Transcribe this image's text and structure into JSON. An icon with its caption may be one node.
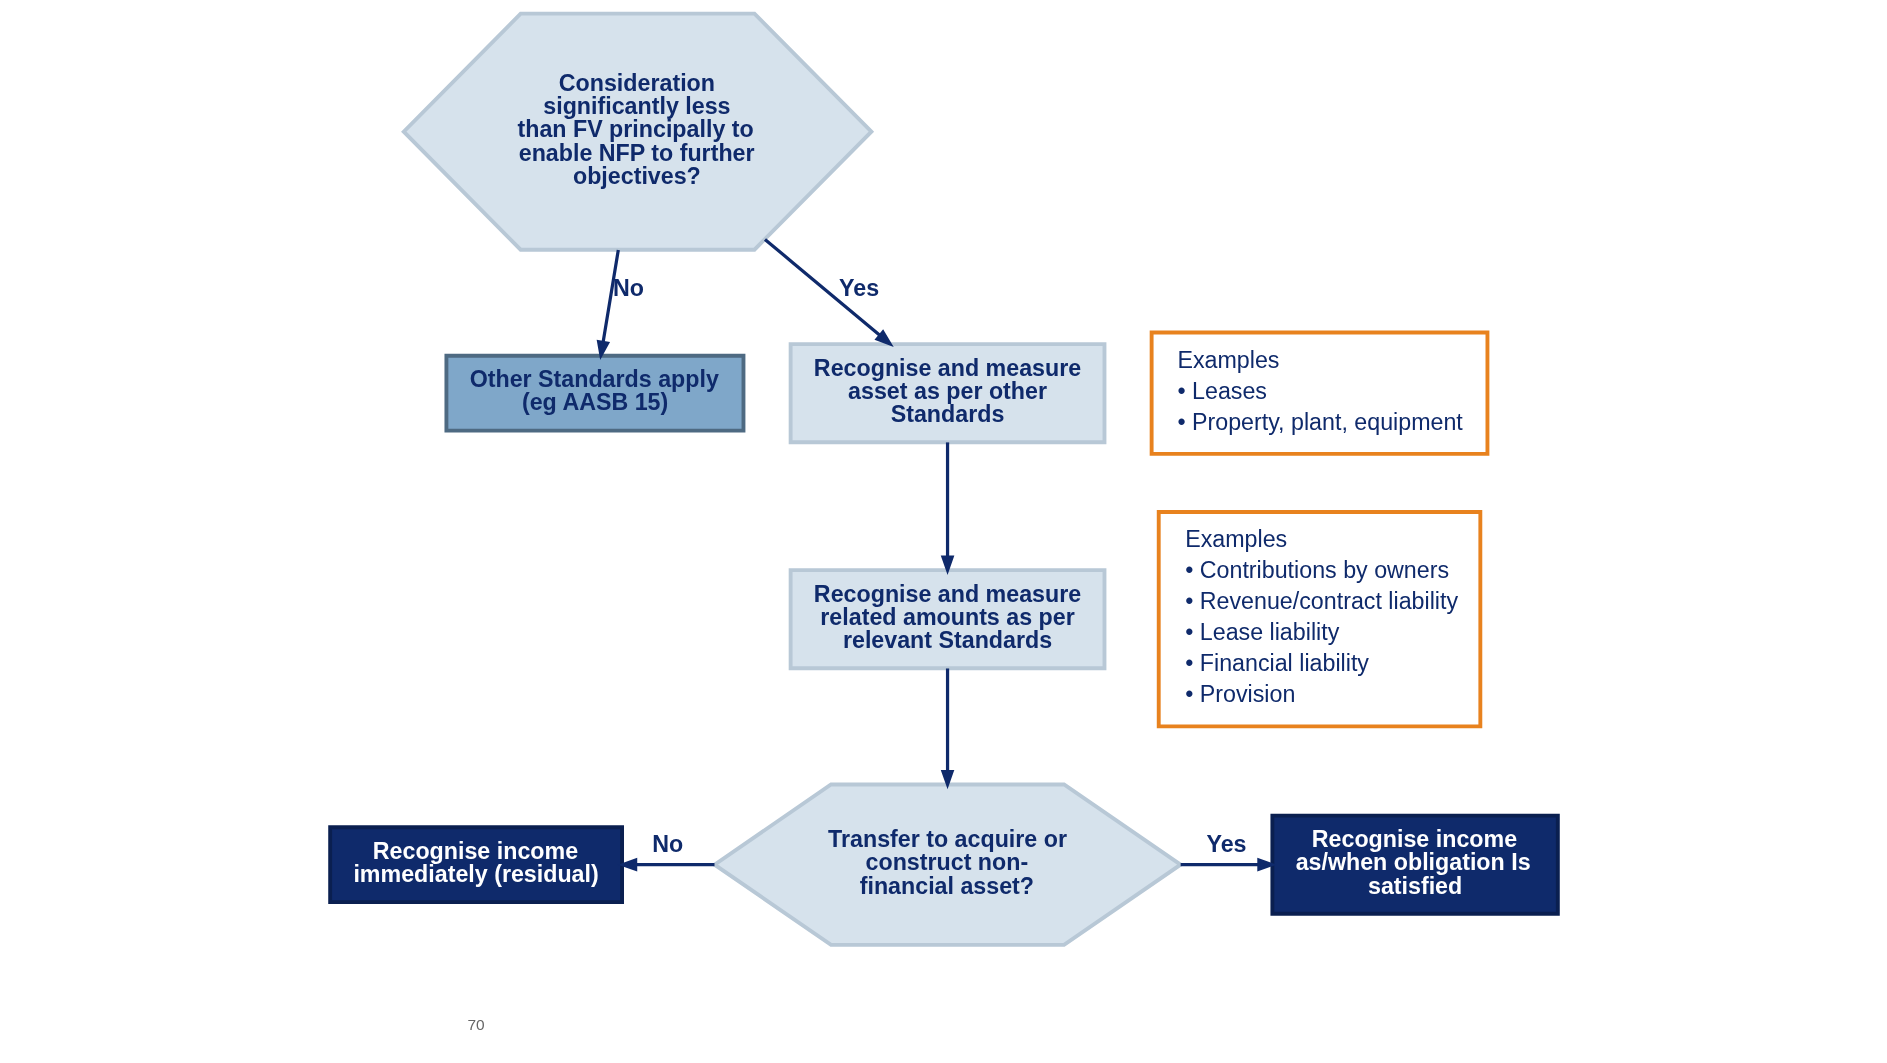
{
  "diagram": {
    "nodes": [
      {
        "text": [
          "Consideration significantly less than FV principally to enable NFP to further objectives?"
        ]
      },
      {
        "text": [
          "Other Standards apply (eg AASB 15)"
        ]
      },
      {
        "text": [
          "Recognise and measure asset as per other Standards"
        ]
      },
      {
        "text": [
          "Examples",
          "• Leases",
          "• Property, plant, equipment"
        ]
      },
      {
        "text": [
          "Recognise and measure related amounts as per relevant Standards"
        ]
      },
      {
        "text": [
          "Examples",
          "• Contributions by owners",
          "• Revenue/contract liability",
          "• Lease liability",
          "• Financial liability",
          "• Provision"
        ]
      },
      {
        "text": [
          "Transfer to acquire or construct non-financial asset?"
        ]
      },
      {
        "text": [
          "Recognise income immediately (residual)"
        ]
      },
      {
        "text": [
          "Recognise income as/when obligation Is satisfied"
        ]
      }
    ],
    "edges": [
      {
        "from": 0,
        "to": 2,
        "arrow": "to",
        "label": "Yes"
      },
      {
        "from": 0,
        "to": 1,
        "arrow": "to",
        "label": "No"
      },
      {
        "from": 2,
        "to": 4,
        "arrow": "to"
      },
      {
        "from": 4,
        "to": 6,
        "arrow": "to"
      },
      {
        "from": 6,
        "to": 7,
        "arrow": "to",
        "label": "No"
      },
      {
        "from": 6,
        "to": 8,
        "arrow": "to",
        "label": "Yes"
      }
    ],
    "labels": [
      "70"
    ]
  }
}
